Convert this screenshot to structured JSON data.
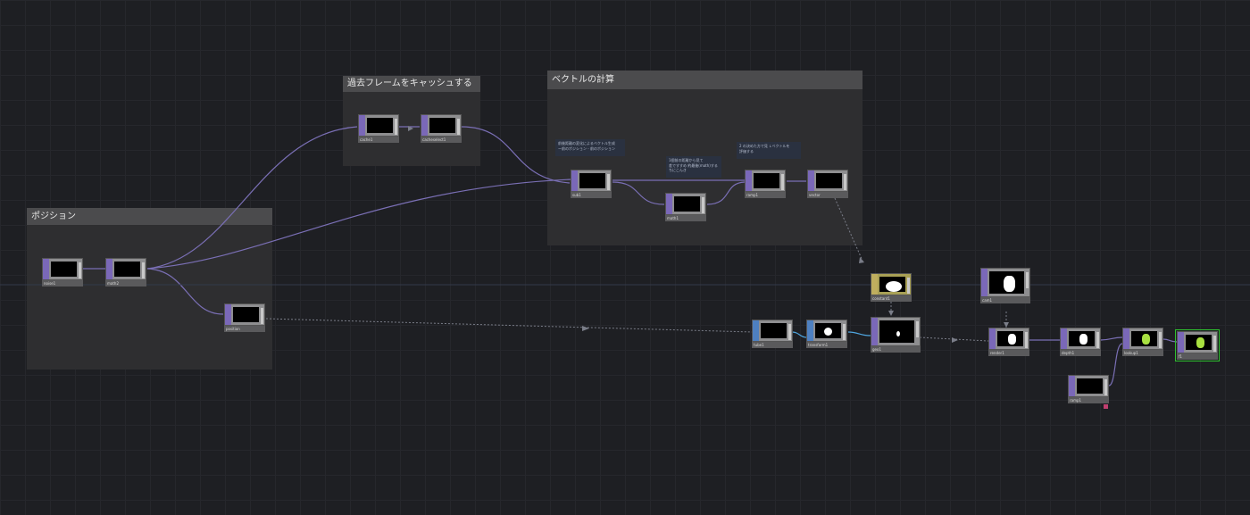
{
  "groups": {
    "cache": {
      "title": "過去フレームをキャッシュする"
    },
    "vector": {
      "title": "ベクトルの計算"
    },
    "position": {
      "title": "ポジション"
    }
  },
  "notes": {
    "note1": "前後距離の変化によるベクトル生成\nー前のポジション - 前のポジション",
    "note2": "1個前の距離から見て\n差ですすめ 約最後(math)する\nちにこんき",
    "note3": "2 の決めた方で見 ↓ベクトルを\n評価する"
  },
  "nodes": {
    "noise1": {
      "label": "noise1"
    },
    "math2": {
      "label": "math2"
    },
    "position": {
      "label": "position"
    },
    "cache1": {
      "label": "cache1"
    },
    "cacheselect1": {
      "label": "cacheselect1"
    },
    "sub1": {
      "label": "sub1"
    },
    "math1": {
      "label": "math1"
    },
    "ramp1": {
      "label": "ramp1"
    },
    "vector": {
      "label": "vector"
    },
    "constant1": {
      "label": "constant1"
    },
    "tube1": {
      "label": "tube1"
    },
    "transform1": {
      "label": "transform1"
    },
    "geo1": {
      "label": "geo1"
    },
    "cam1": {
      "label": "cam1"
    },
    "render1": {
      "label": "render1"
    },
    "depth1": {
      "label": "depth1"
    },
    "lookup1": {
      "label": "lookup1"
    },
    "ramp2": {
      "label": "ramp1"
    },
    "null1": {
      "label": "f1"
    }
  },
  "colors": {
    "background": "#1e1f23",
    "group": "#2e2e30",
    "group_title": "#4b4b4d",
    "top_strip": "#7a68b8",
    "sop_strip": "#4e80c0",
    "comp_strip": "#bfae5e",
    "wire": "#7a6fb5",
    "selected": "#2ec02e"
  }
}
